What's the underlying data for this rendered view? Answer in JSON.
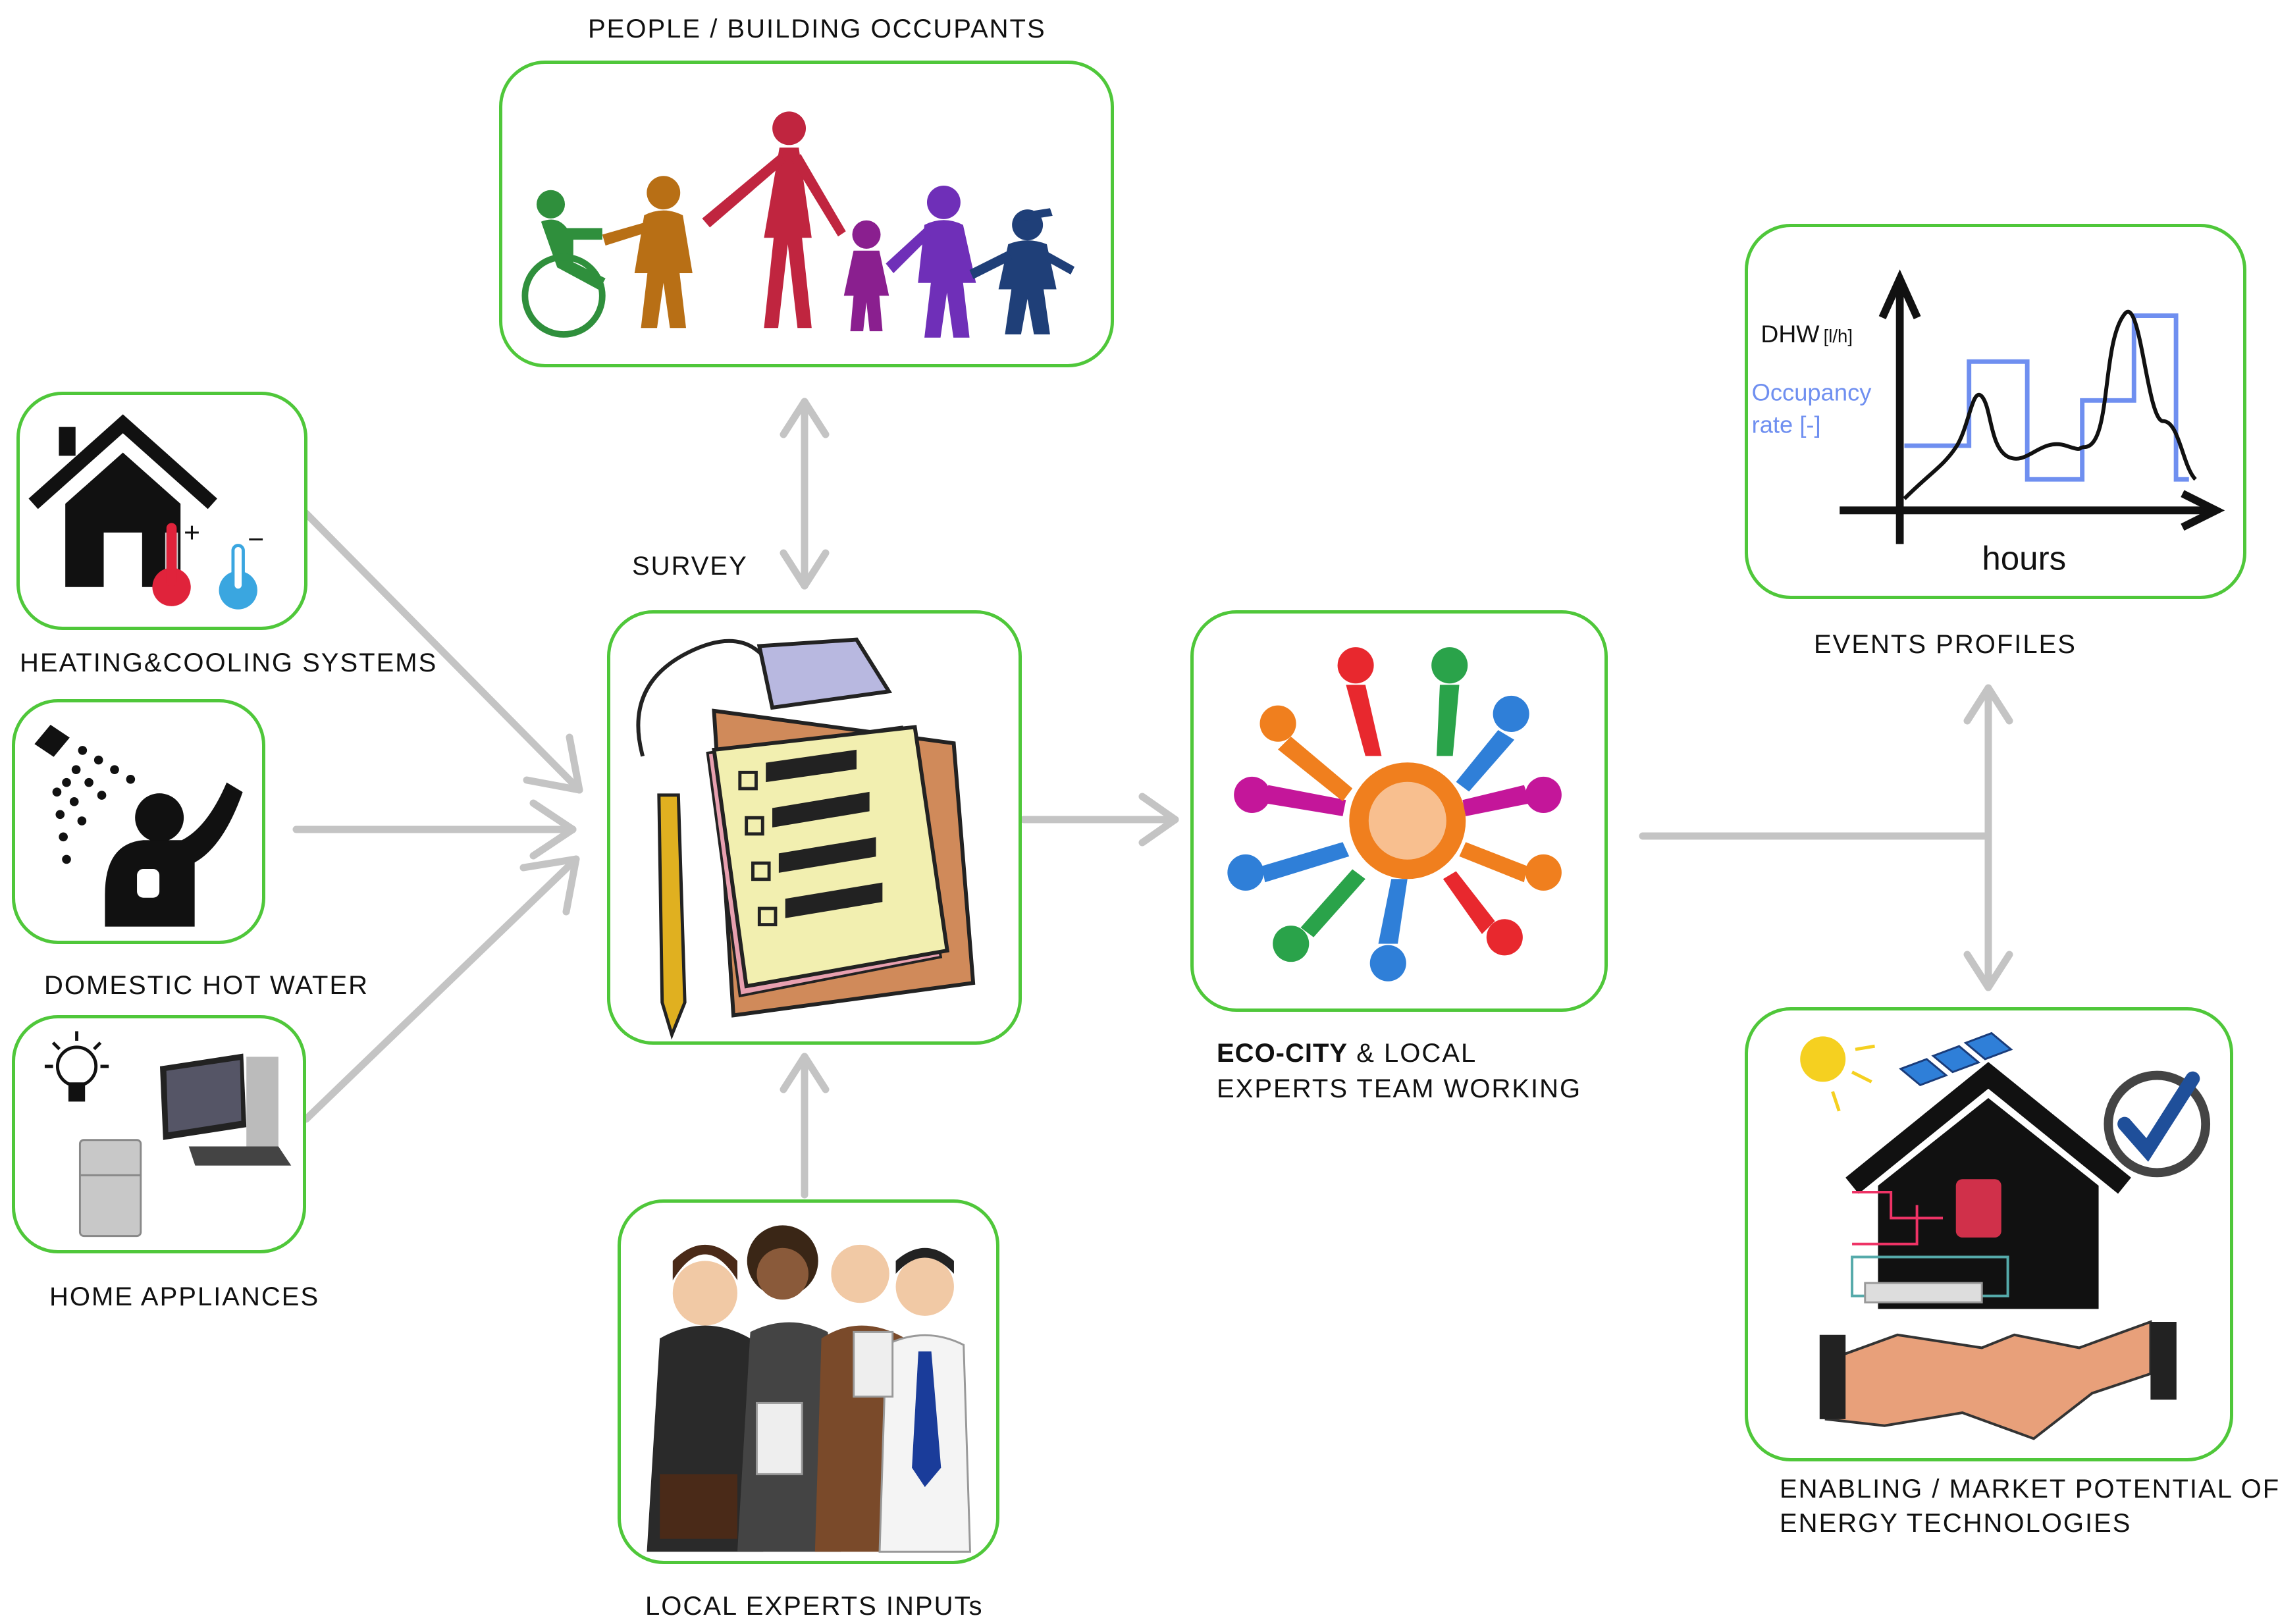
{
  "labels": {
    "people": "PEOPLE  / BUILDING  OCCUPANTS",
    "survey": "SURVEY",
    "heating": "HEATING&COOLING  SYSTEMS",
    "dhw": "DOMESTIC  HOT  WATER",
    "appliances": "HOME  APPLIANCES",
    "experts": "LOCAL  EXPERTS  INPUTs",
    "ecocity_bold": "ECO-CITY",
    "ecocity_rest": " & LOCAL",
    "ecocity_line2": "EXPERTS  TEAM  WORKING",
    "events": "EVENTS  PROFILES",
    "enabling_line1": "ENABLING  / MARKET  POTENTIAL  OF",
    "enabling_line2": "ENERGY  TECHNOLOGIES"
  },
  "profile_chart": {
    "dhw_label": "DHW",
    "dhw_unit": "[l/h]",
    "occupancy_label": "Occupancy",
    "occupancy_unit": "rate [-]",
    "x_label": "hours"
  },
  "thermo_signs": {
    "plus": "+",
    "minus": "−"
  },
  "colors": {
    "box_border": "#4fc73a",
    "arrow": "#c4c4c4",
    "occupancy_line": "#6f8ff0",
    "text": "#111111"
  }
}
